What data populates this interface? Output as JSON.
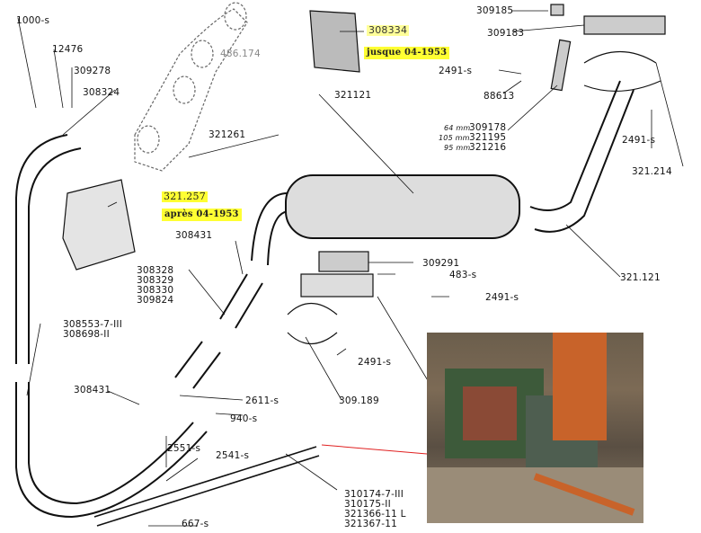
{
  "labels": {
    "l1000s": "1000-s",
    "l12476": "12476",
    "l309278": "309278",
    "l308324": "308324",
    "l486174": "486.174",
    "l321261": "321261",
    "l308334": "308334",
    "jusque": "jusque 04-1953",
    "l321121a": "321121",
    "l309185": "309185",
    "l309183": "309183",
    "l2491a": "2491-s",
    "l88613": "88613",
    "mm64": "64 mm",
    "mm105": "105 mm",
    "mm95": "95 mm",
    "l309178": "309178",
    "l321195": "321195",
    "l321216": "321216",
    "l2491b": "2491-s",
    "l321214": "321.214",
    "l321257": "321.257",
    "apres": "après 04-1953",
    "l308431a": "308431",
    "l308328": "308328",
    "l308329": "308329",
    "l308330": "308330",
    "l309824": "309824",
    "l309291": "309291",
    "l483s": "483-s",
    "l321121b": "321.121",
    "l2491c": "2491-s",
    "l2491d": "2491-s",
    "l309189": "309.189",
    "l308553": "308553-7-III",
    "l308698": "308698-II",
    "l308431b": "308431",
    "l2611s": "2611-s",
    "l940s": "940-s",
    "l2551s": "2551-s",
    "l2541s": "2541-s",
    "l310174": "310174-7-III",
    "l310175": "310175-II",
    "l321366": "321366-11 L",
    "l321367": "321367-11",
    "l667s": "667-s"
  },
  "colors": {
    "highlight": "#ffff33",
    "arrow": "#e02020"
  }
}
